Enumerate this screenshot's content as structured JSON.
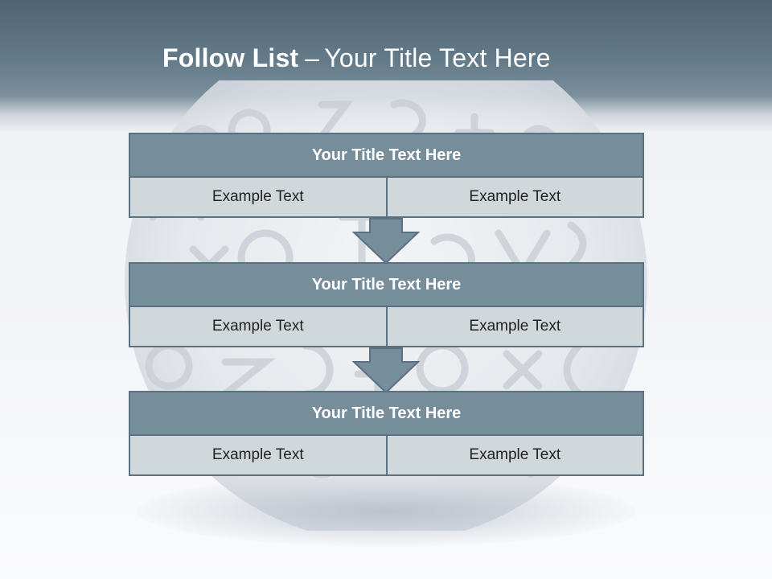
{
  "slide": {
    "title_bold": "Follow List",
    "title_separator": "–",
    "title_rest": "Your Title Text Here"
  },
  "blocks": [
    {
      "title": "Your Title Text Here",
      "cells": [
        "Example Text",
        "Example Text"
      ]
    },
    {
      "title": "Your Title Text Here",
      "cells": [
        "Example Text",
        "Example Text"
      ]
    },
    {
      "title": "Your Title Text Here",
      "cells": [
        "Example Text",
        "Example Text"
      ]
    }
  ],
  "colors": {
    "header_band": "#637a89",
    "block_title_bg": "#768d9b",
    "block_cell_bg": "#d1d8dc",
    "border": "#5b717f",
    "arrow": "#768d9b"
  },
  "decoration": {
    "background_image": "sphere-of-letters-and-numbers"
  }
}
